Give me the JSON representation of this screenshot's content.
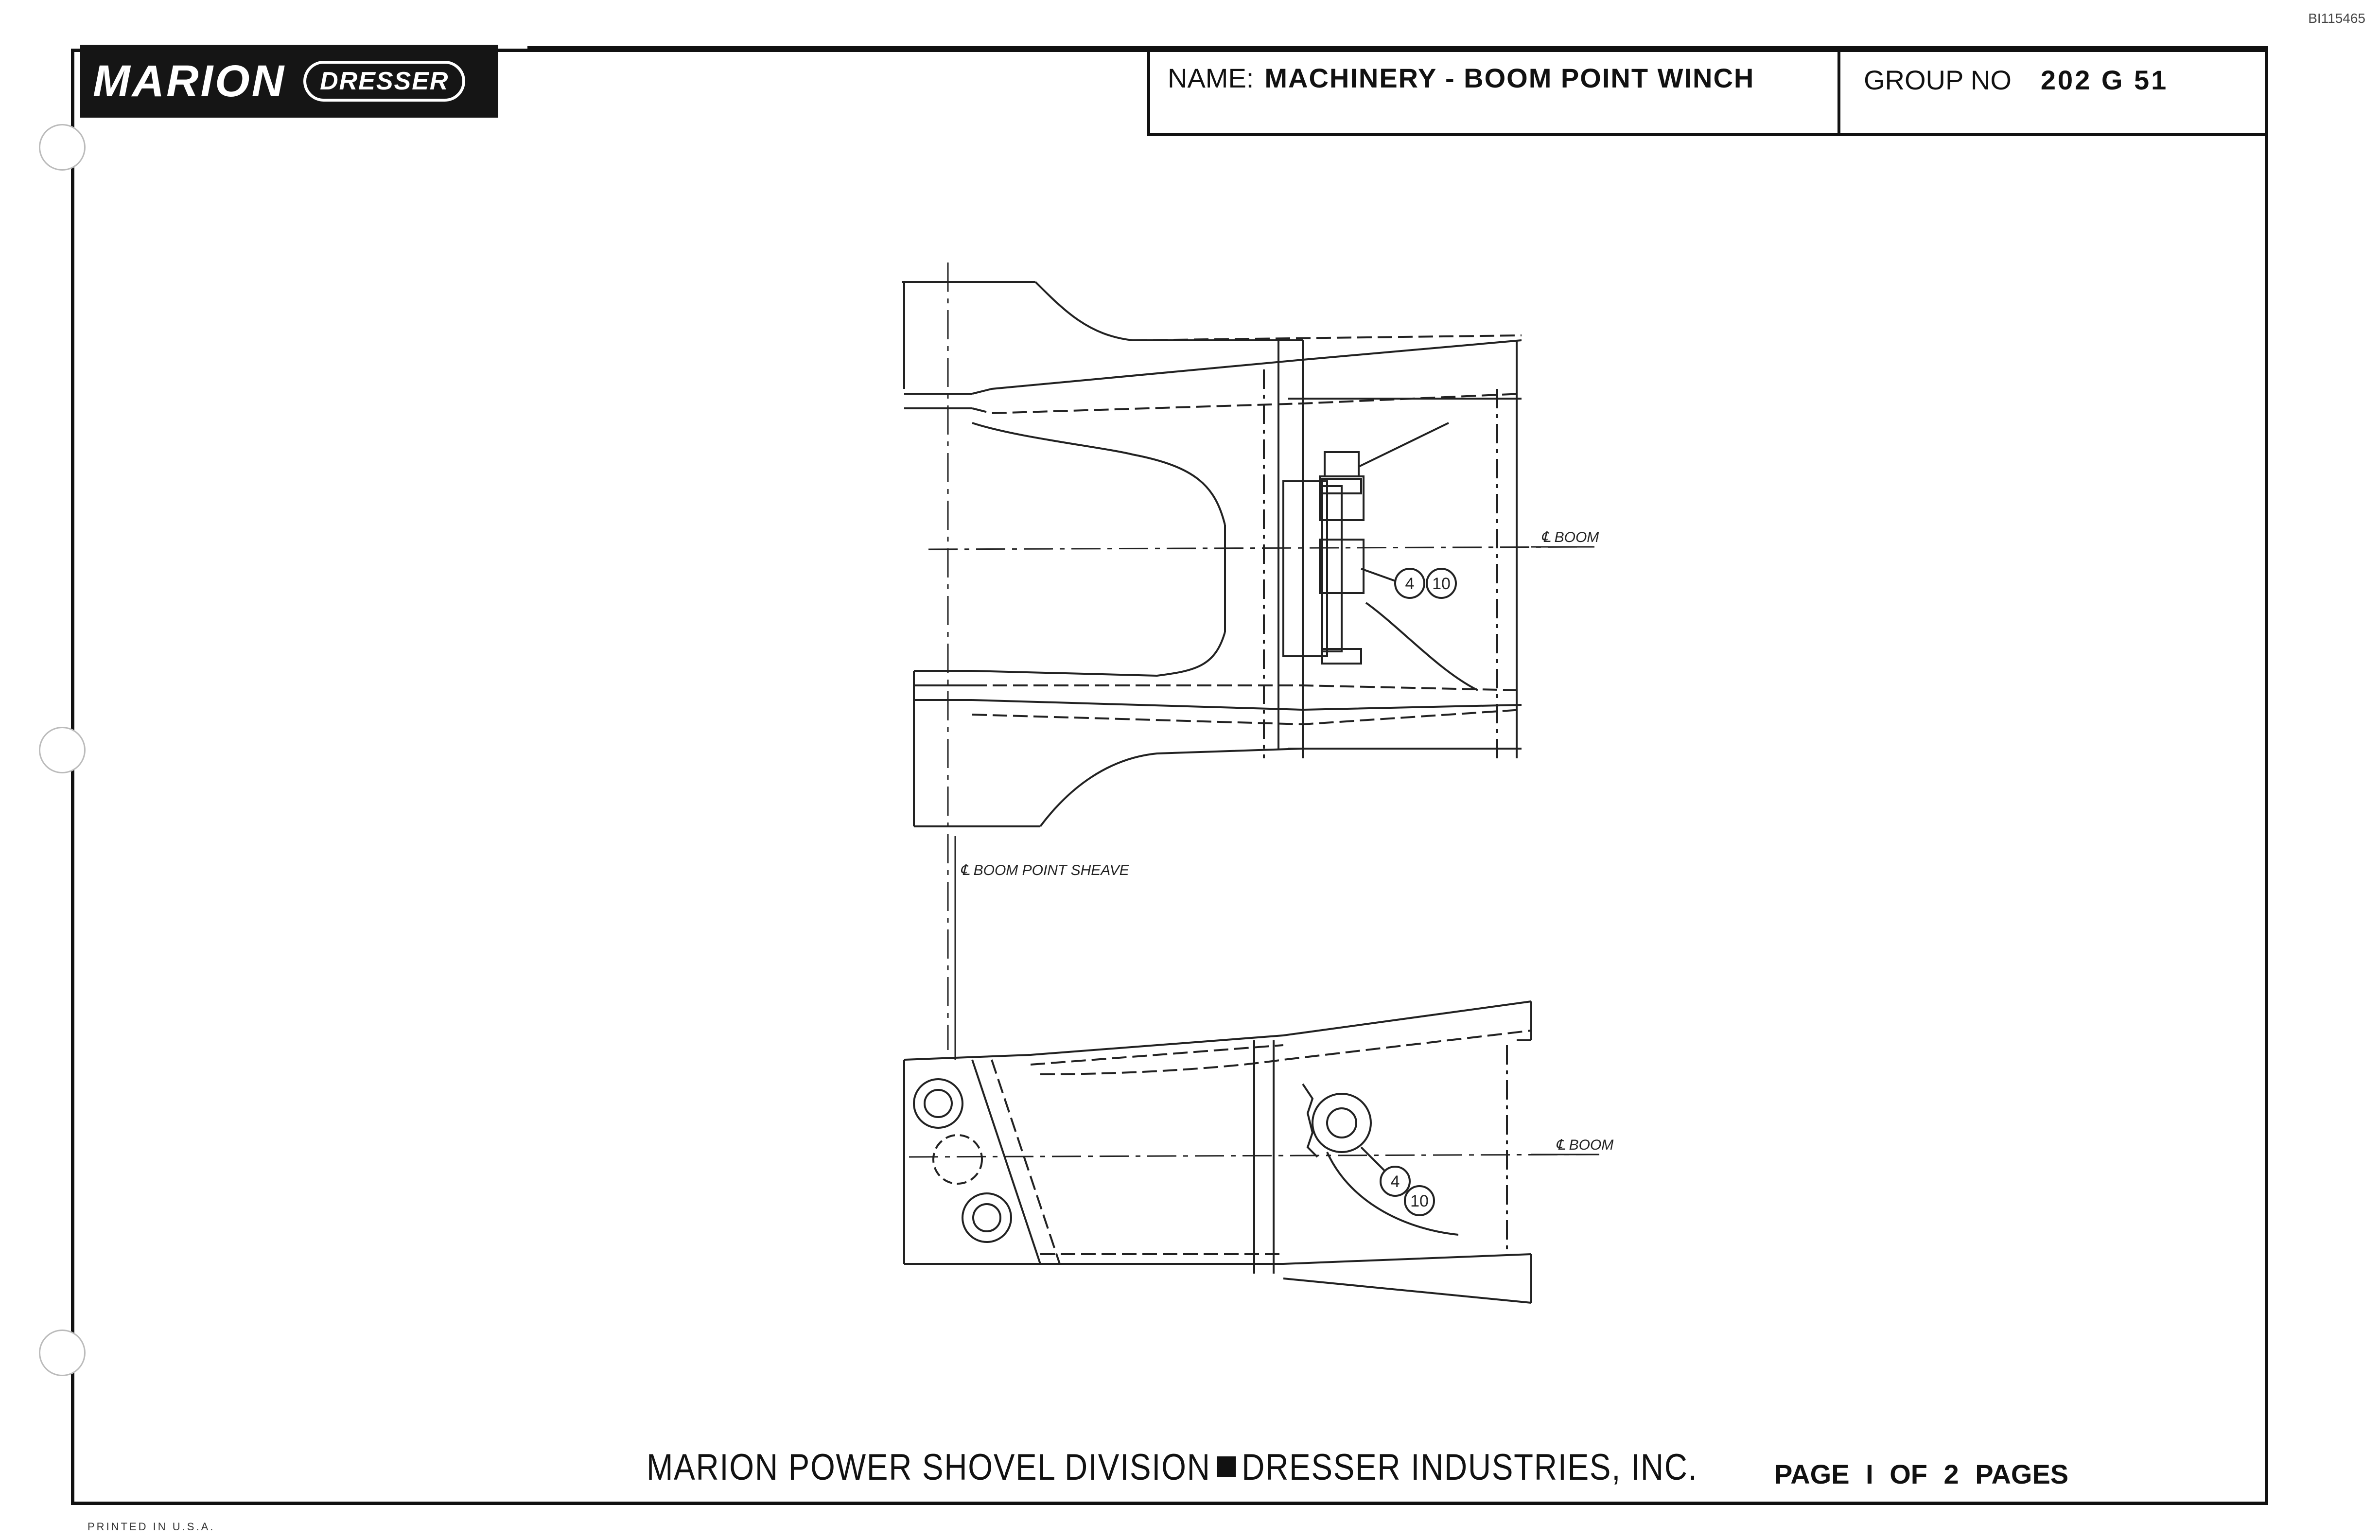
{
  "doc_id": "BI115465",
  "logo": {
    "brand": "MARION",
    "sub_brand": "DRESSER"
  },
  "title_block": {
    "name_label": "NAME:",
    "name_value": "MACHINERY - BOOM POINT WINCH",
    "group_label": "GROUP NO",
    "group_value": "202 G 51"
  },
  "drawing": {
    "label_boom_top": "℄ BOOM",
    "label_boom_point_sheave": "℄ BOOM POINT SHEAVE",
    "label_boom_bottom": "℄ BOOM",
    "callout_a": "4",
    "callout_b": "10",
    "callout_c": "4",
    "callout_d": "10"
  },
  "footer": {
    "division_left": "MARION POWER SHOVEL DIVISION",
    "division_right": "DRESSER INDUSTRIES, INC.",
    "page_text": "PAGE I OF 2 PAGES",
    "printed": "PRINTED IN U.S.A."
  }
}
